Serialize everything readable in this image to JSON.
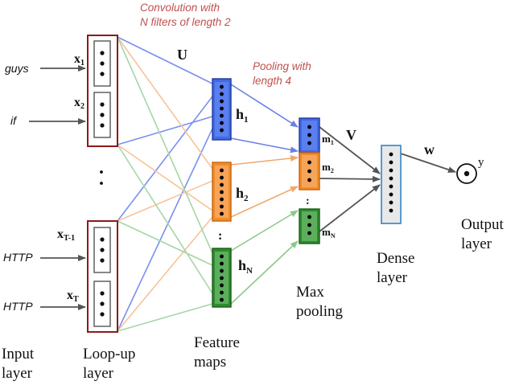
{
  "annotations": {
    "convolution_line1": "Convolution with",
    "convolution_line2": "N filters of length 2",
    "pooling_line1": "Pooling with",
    "pooling_line2": "length 4"
  },
  "input_words": [
    "guys",
    "if",
    "HTTP",
    "HTTP"
  ],
  "lookup_vectors": {
    "x1": {
      "base": "x",
      "sub": "1"
    },
    "x2": {
      "base": "x",
      "sub": "2"
    },
    "xT1": {
      "base": "x",
      "sub": "T-1"
    },
    "xT": {
      "base": "x",
      "sub": "T"
    },
    "ellipsis": "."
  },
  "weights": {
    "U": "U",
    "V": "V",
    "w": "w"
  },
  "feature_maps": {
    "h1": {
      "base": "h",
      "sub": "1"
    },
    "h2": {
      "base": "h",
      "sub": "2"
    },
    "hN": {
      "base": "h",
      "sub": "N"
    },
    "ellipsis": ":"
  },
  "pooled": {
    "m1": {
      "base": "m",
      "sub": "1"
    },
    "m2": {
      "base": "m",
      "sub": "2"
    },
    "mN": {
      "base": "m",
      "sub": "N"
    },
    "ellipsis": ":"
  },
  "output_symbol": "y",
  "layer_labels": {
    "input": [
      "Input",
      "layer"
    ],
    "lookup": [
      "Loop-up",
      "layer"
    ],
    "feature": [
      "Feature",
      "maps"
    ],
    "maxpool": [
      "Max",
      "pooling"
    ],
    "dense": [
      "Dense",
      "layer"
    ],
    "output": [
      "Output",
      "layer"
    ]
  },
  "colors": {
    "lookup_border": "#8b1a1a",
    "blue": "#4169e1",
    "orange": "#f28c28",
    "green": "#2e8b2e",
    "dense_border": "#4a8fc8",
    "blue_line": "#7a8ff0",
    "orange_line": "#f6c39a",
    "green_line": "#a6d6a6"
  }
}
